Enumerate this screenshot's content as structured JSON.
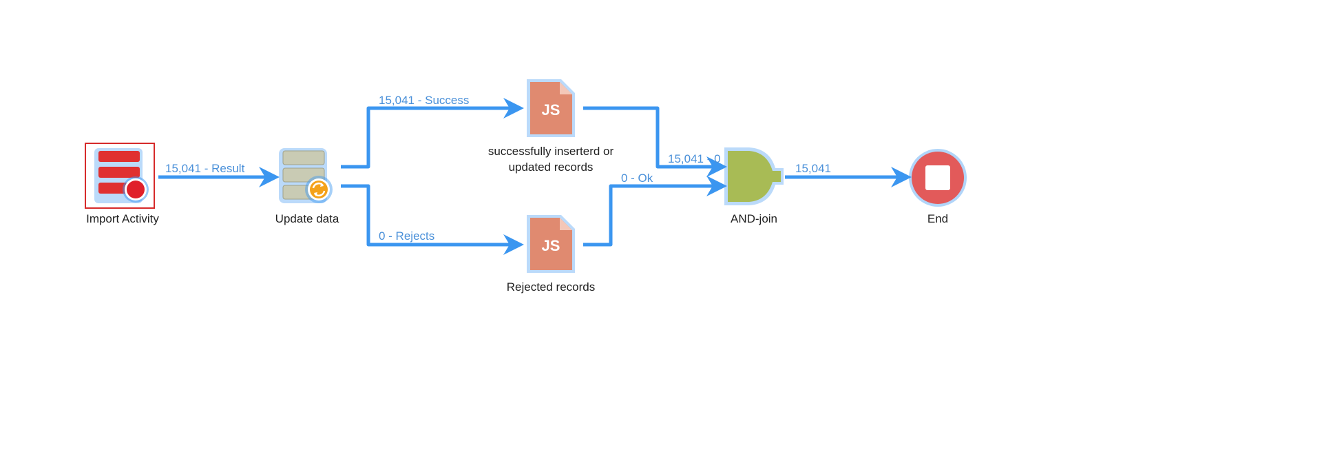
{
  "colors": {
    "wire": "#3b96f0",
    "wire_label": "#4a90d9",
    "selection": "#d62a2a",
    "import_icon": "#e03030",
    "update_icon": "#c9cbb4",
    "update_badge": "#f4a21a",
    "js_icon": "#e08a70",
    "and_join": "#a8bb55",
    "end_icon": "#e25a5a"
  },
  "nodes": {
    "import_activity": {
      "label": "Import Activity",
      "icon": "import-database-icon"
    },
    "update_data": {
      "label": "Update data",
      "icon": "update-data-icon"
    },
    "js_success": {
      "label_line1": "successfully inserterd or",
      "label_line2": "updated records",
      "icon": "javascript-file-icon",
      "badge": "JS"
    },
    "js_rejects": {
      "label": "Rejected records",
      "icon": "javascript-file-icon",
      "badge": "JS"
    },
    "and_join": {
      "label": "AND-join",
      "icon": "and-join-icon"
    },
    "end": {
      "label": "End",
      "icon": "end-stop-icon"
    }
  },
  "transitions": {
    "result": "15,041 - Result",
    "success": "15,041 - Success",
    "rejects": "0 - Rejects",
    "ok_upper": "15,041 - 0",
    "ok_lower": "0 - Ok",
    "to_end": "15,041"
  }
}
